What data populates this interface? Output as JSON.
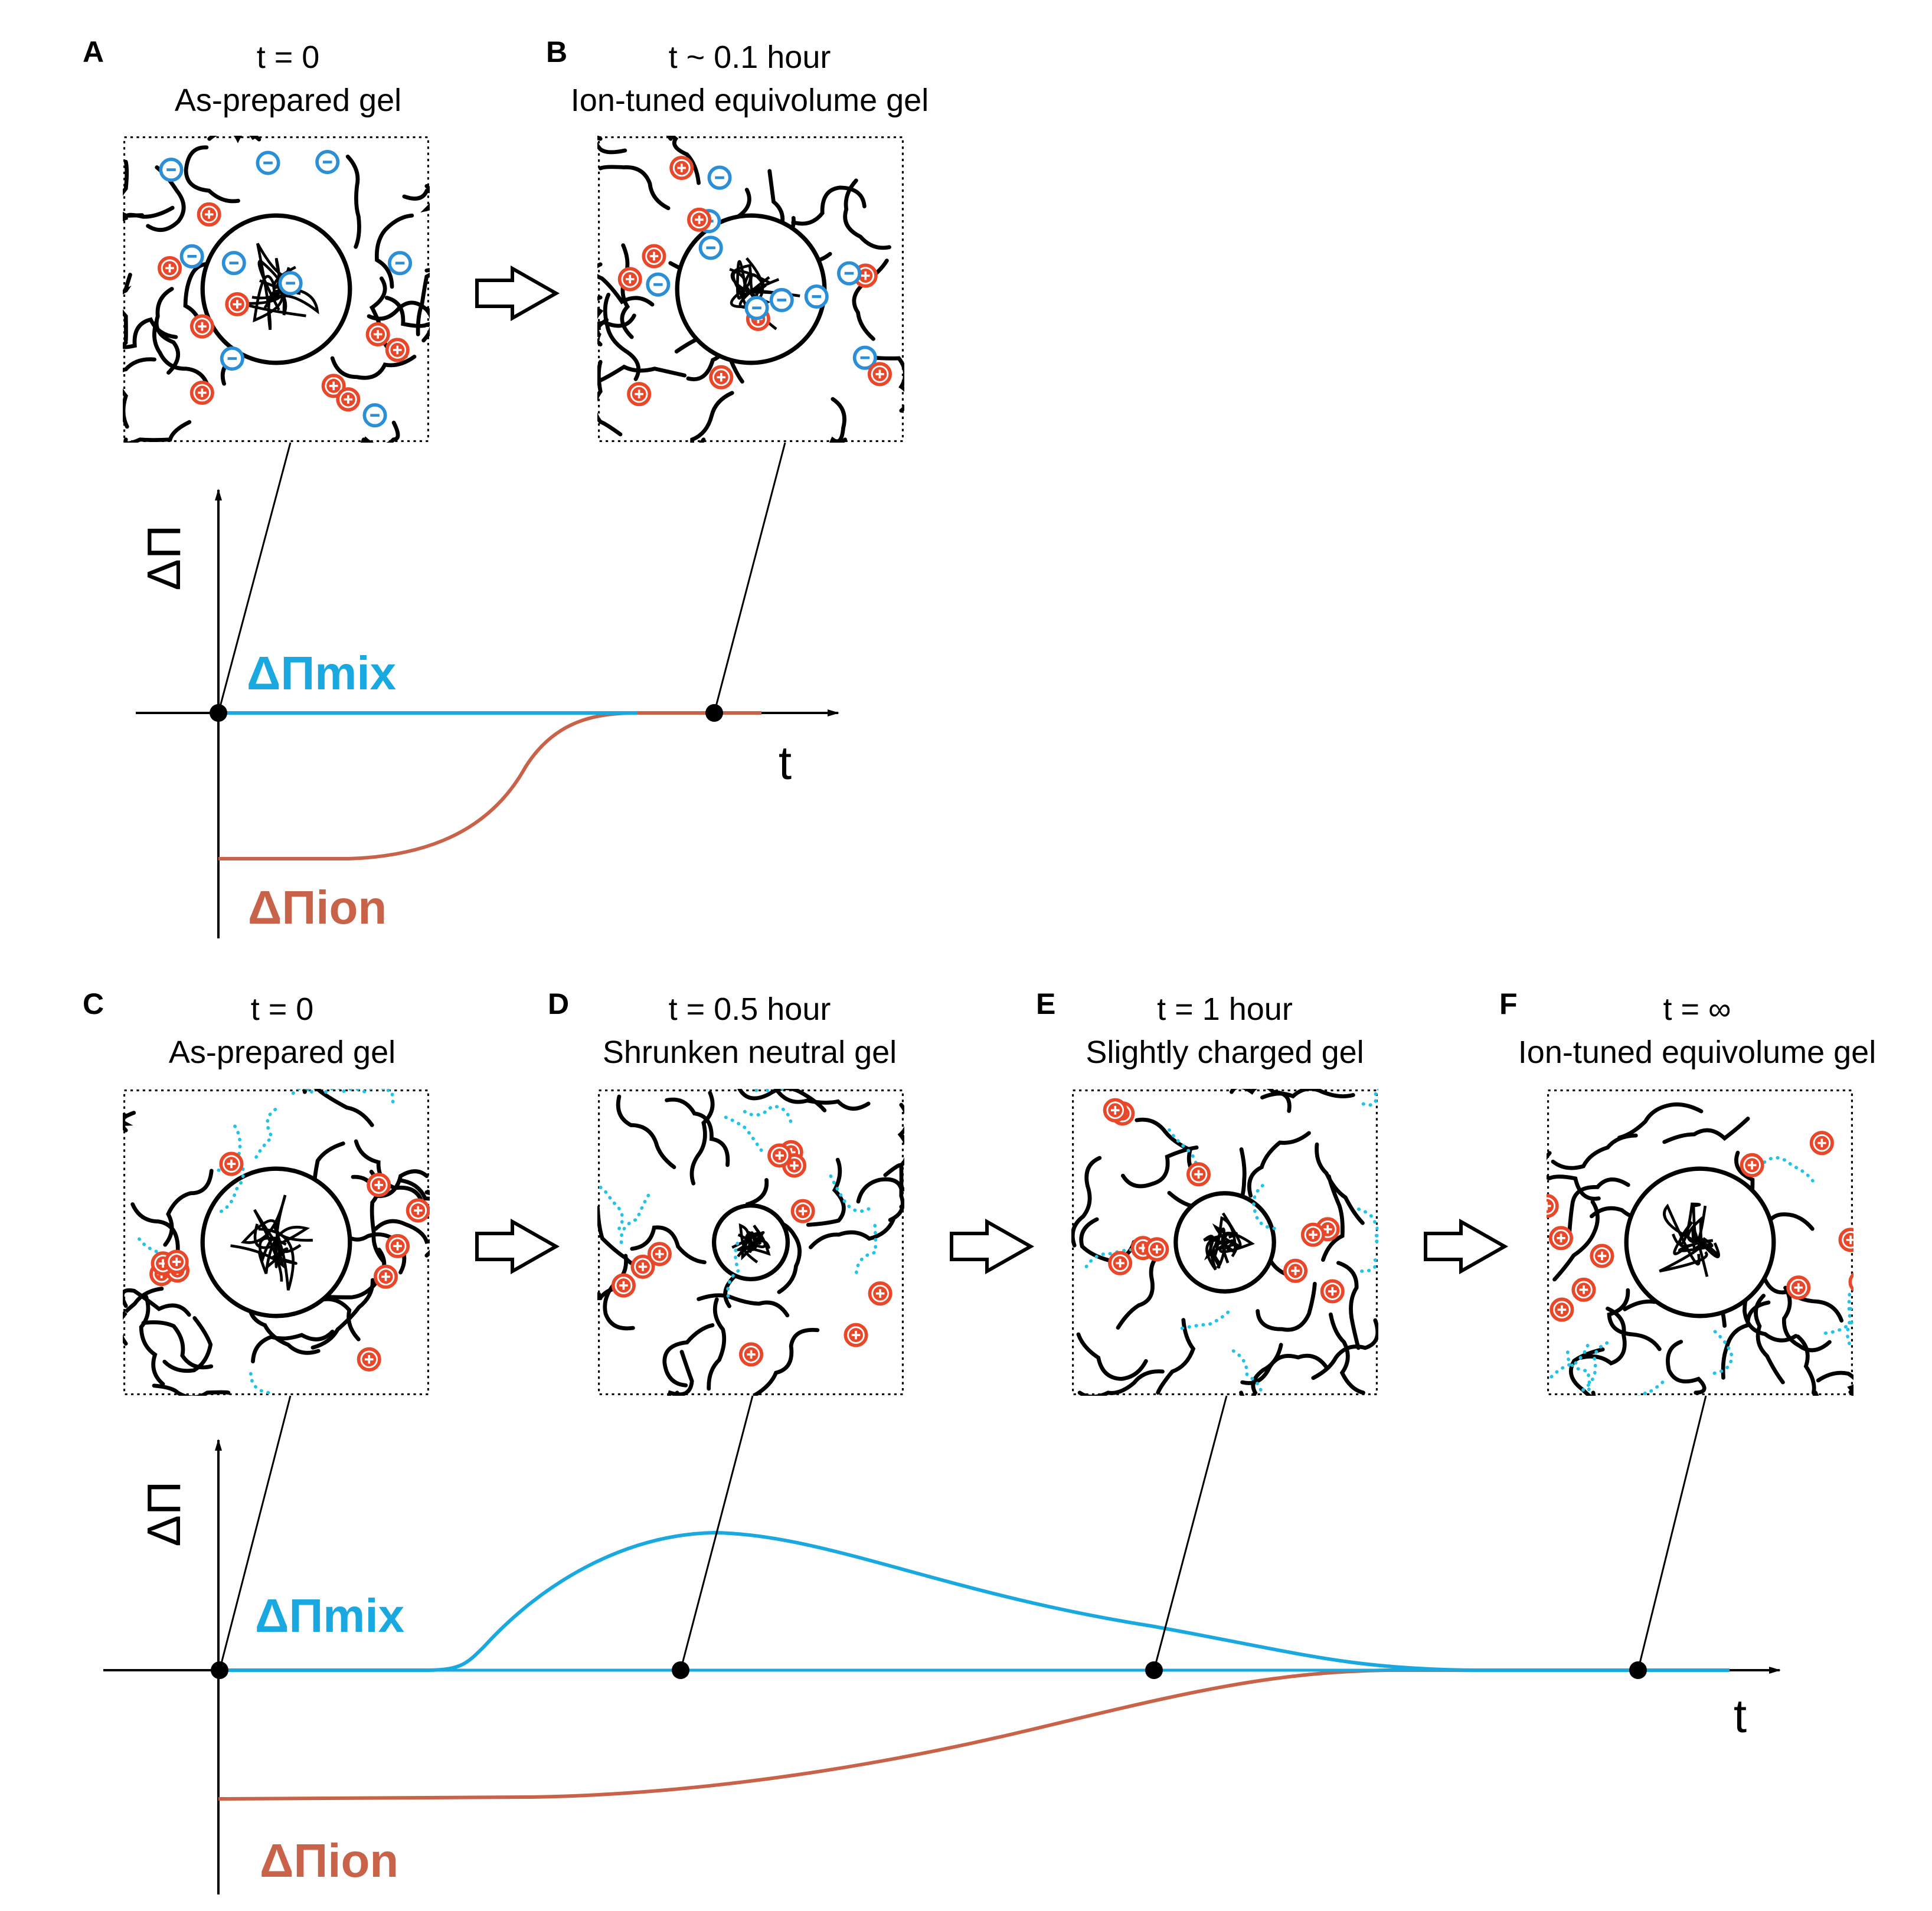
{
  "colors": {
    "cation": "#e8472a",
    "anion": "#2a8fd6",
    "mix_curve": "#1aa8e0",
    "ion_curve": "#c8634a",
    "bond": "#22c3e6",
    "ink": "#000000"
  },
  "panels": [
    {
      "letter": "A",
      "time": "t = 0",
      "state": "As-prepared gel"
    },
    {
      "letter": "B",
      "time": "t ~ 0.1 hour",
      "state": "Ion-tuned equivolume gel"
    },
    {
      "letter": "C",
      "time": "t = 0",
      "state": "As-prepared gel"
    },
    {
      "letter": "D",
      "time": "t = 0.5 hour",
      "state": "Shrunken neutral gel"
    },
    {
      "letter": "E",
      "time": "t = 1 hour",
      "state": "Slightly charged gel"
    },
    {
      "letter": "F",
      "time": "t = ∞",
      "state": "Ion-tuned equivolume gel"
    }
  ],
  "ion_symbols": {
    "cation": "+",
    "anion": "−"
  },
  "plots": {
    "top": {
      "y_label": "ΔΠ",
      "x_label": "t",
      "mix_label": "ΔΠmix",
      "ion_label": "ΔΠion"
    },
    "bottom": {
      "y_label": "ΔΠ",
      "x_label": "t",
      "mix_label": "ΔΠmix",
      "ion_label": "ΔΠion"
    }
  }
}
